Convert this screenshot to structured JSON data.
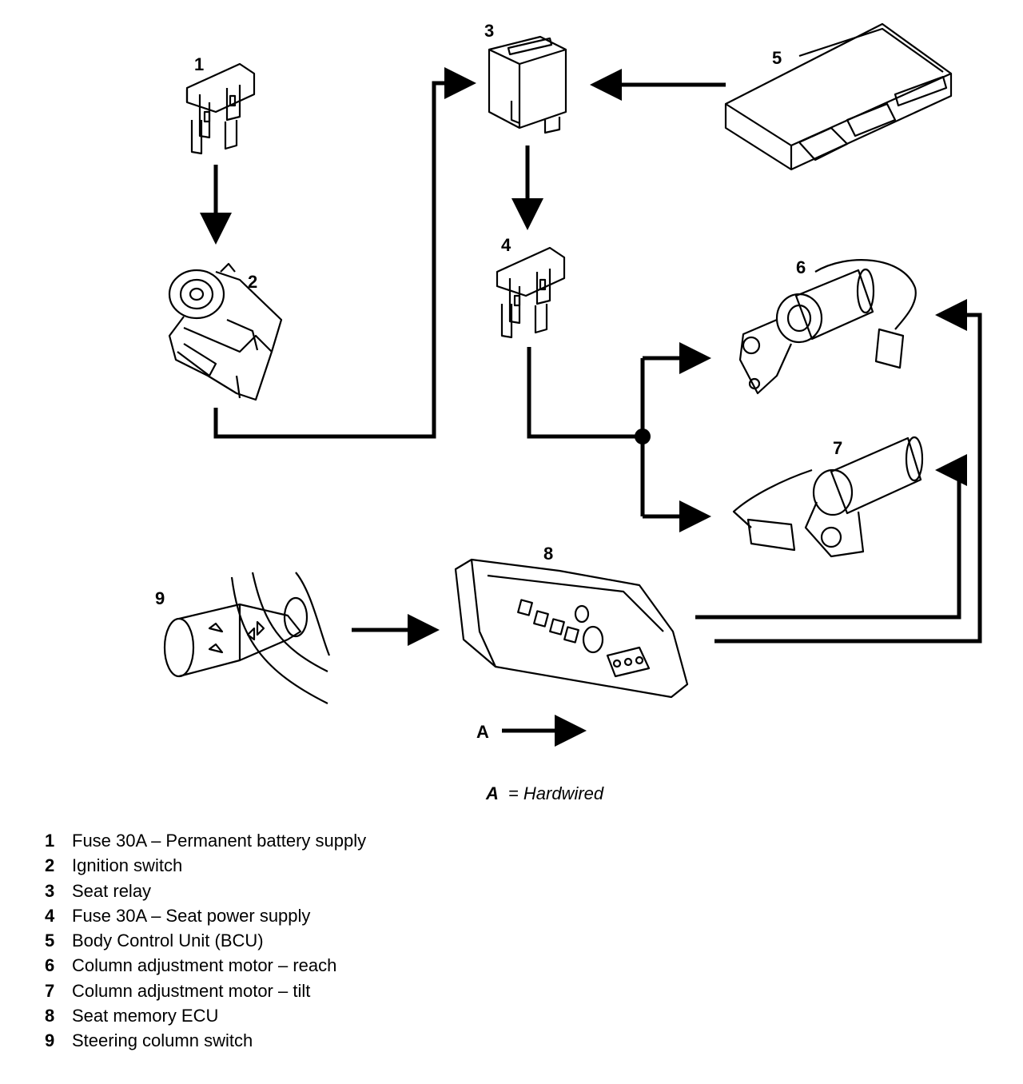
{
  "components": [
    {
      "num": "1",
      "icon": "fuse-icon"
    },
    {
      "num": "2",
      "icon": "ignition-switch-icon"
    },
    {
      "num": "3",
      "icon": "relay-icon"
    },
    {
      "num": "4",
      "icon": "fuse-icon"
    },
    {
      "num": "5",
      "icon": "control-unit-icon"
    },
    {
      "num": "6",
      "icon": "motor-icon"
    },
    {
      "num": "7",
      "icon": "motor-icon"
    },
    {
      "num": "8",
      "icon": "switch-pack-icon"
    },
    {
      "num": "9",
      "icon": "column-switch-icon"
    }
  ],
  "key": {
    "letter": "A",
    "letter_ref": "A",
    "equals": "=",
    "text": "Hardwired"
  },
  "legend": [
    {
      "num": "1",
      "text": "Fuse 30A – Permanent battery supply"
    },
    {
      "num": "2",
      "text": "Ignition switch"
    },
    {
      "num": "3",
      "text": "Seat relay"
    },
    {
      "num": "4",
      "text": "Fuse 30A – Seat power supply"
    },
    {
      "num": "5",
      "text": "Body Control Unit (BCU)"
    },
    {
      "num": "6",
      "text": "Column adjustment motor – reach"
    },
    {
      "num": "7",
      "text": "Column adjustment motor – tilt"
    },
    {
      "num": "8",
      "text": "Seat memory ECU"
    },
    {
      "num": "9",
      "text": "Steering column switch"
    }
  ]
}
